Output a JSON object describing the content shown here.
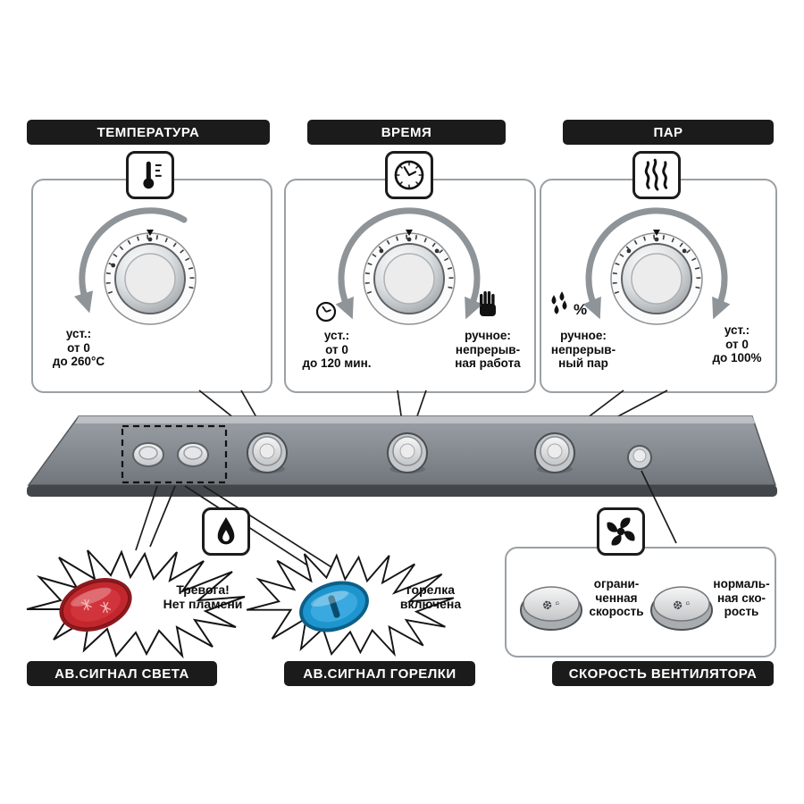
{
  "headers": {
    "temperature": "ТЕМПЕРАТУРА",
    "time": "ВРЕМЯ",
    "steam": "ПАР"
  },
  "temperature_panel": {
    "set_label": "уст.:\nот 0\nдо 260°C"
  },
  "time_panel": {
    "set_label": "уст.:\nот 0\nдо 120 мин.",
    "manual_label": "ручное:\nнепрерыв-\nная работа"
  },
  "steam_panel": {
    "manual_label": "ручное:\nнепрерыв-\nный пар",
    "set_label": "уст.:\nот 0\nдо 100%",
    "percent_symbol": "%"
  },
  "alarms": {
    "light": {
      "text": "Тревога!\nНет пламени",
      "label": "АВ.СИГНАЛ СВЕТА"
    },
    "burner": {
      "text": "горелка\nвключена",
      "label": "АВ.СИГНАЛ ГОРЕЛКИ"
    }
  },
  "fan": {
    "label": "СКОРОСТЬ ВЕНТИЛЯТОРА",
    "limited_text": "ограни-\nченная\nскорость",
    "normal_text": "нормаль-\nная ско-\nрость",
    "button_glyphs": "❆ ▫"
  },
  "colors": {
    "alarm_red": "#c1272d",
    "burner_blue": "#1d95cf",
    "label_bg": "#1b1b1b",
    "panel_strip": "#85898d"
  }
}
